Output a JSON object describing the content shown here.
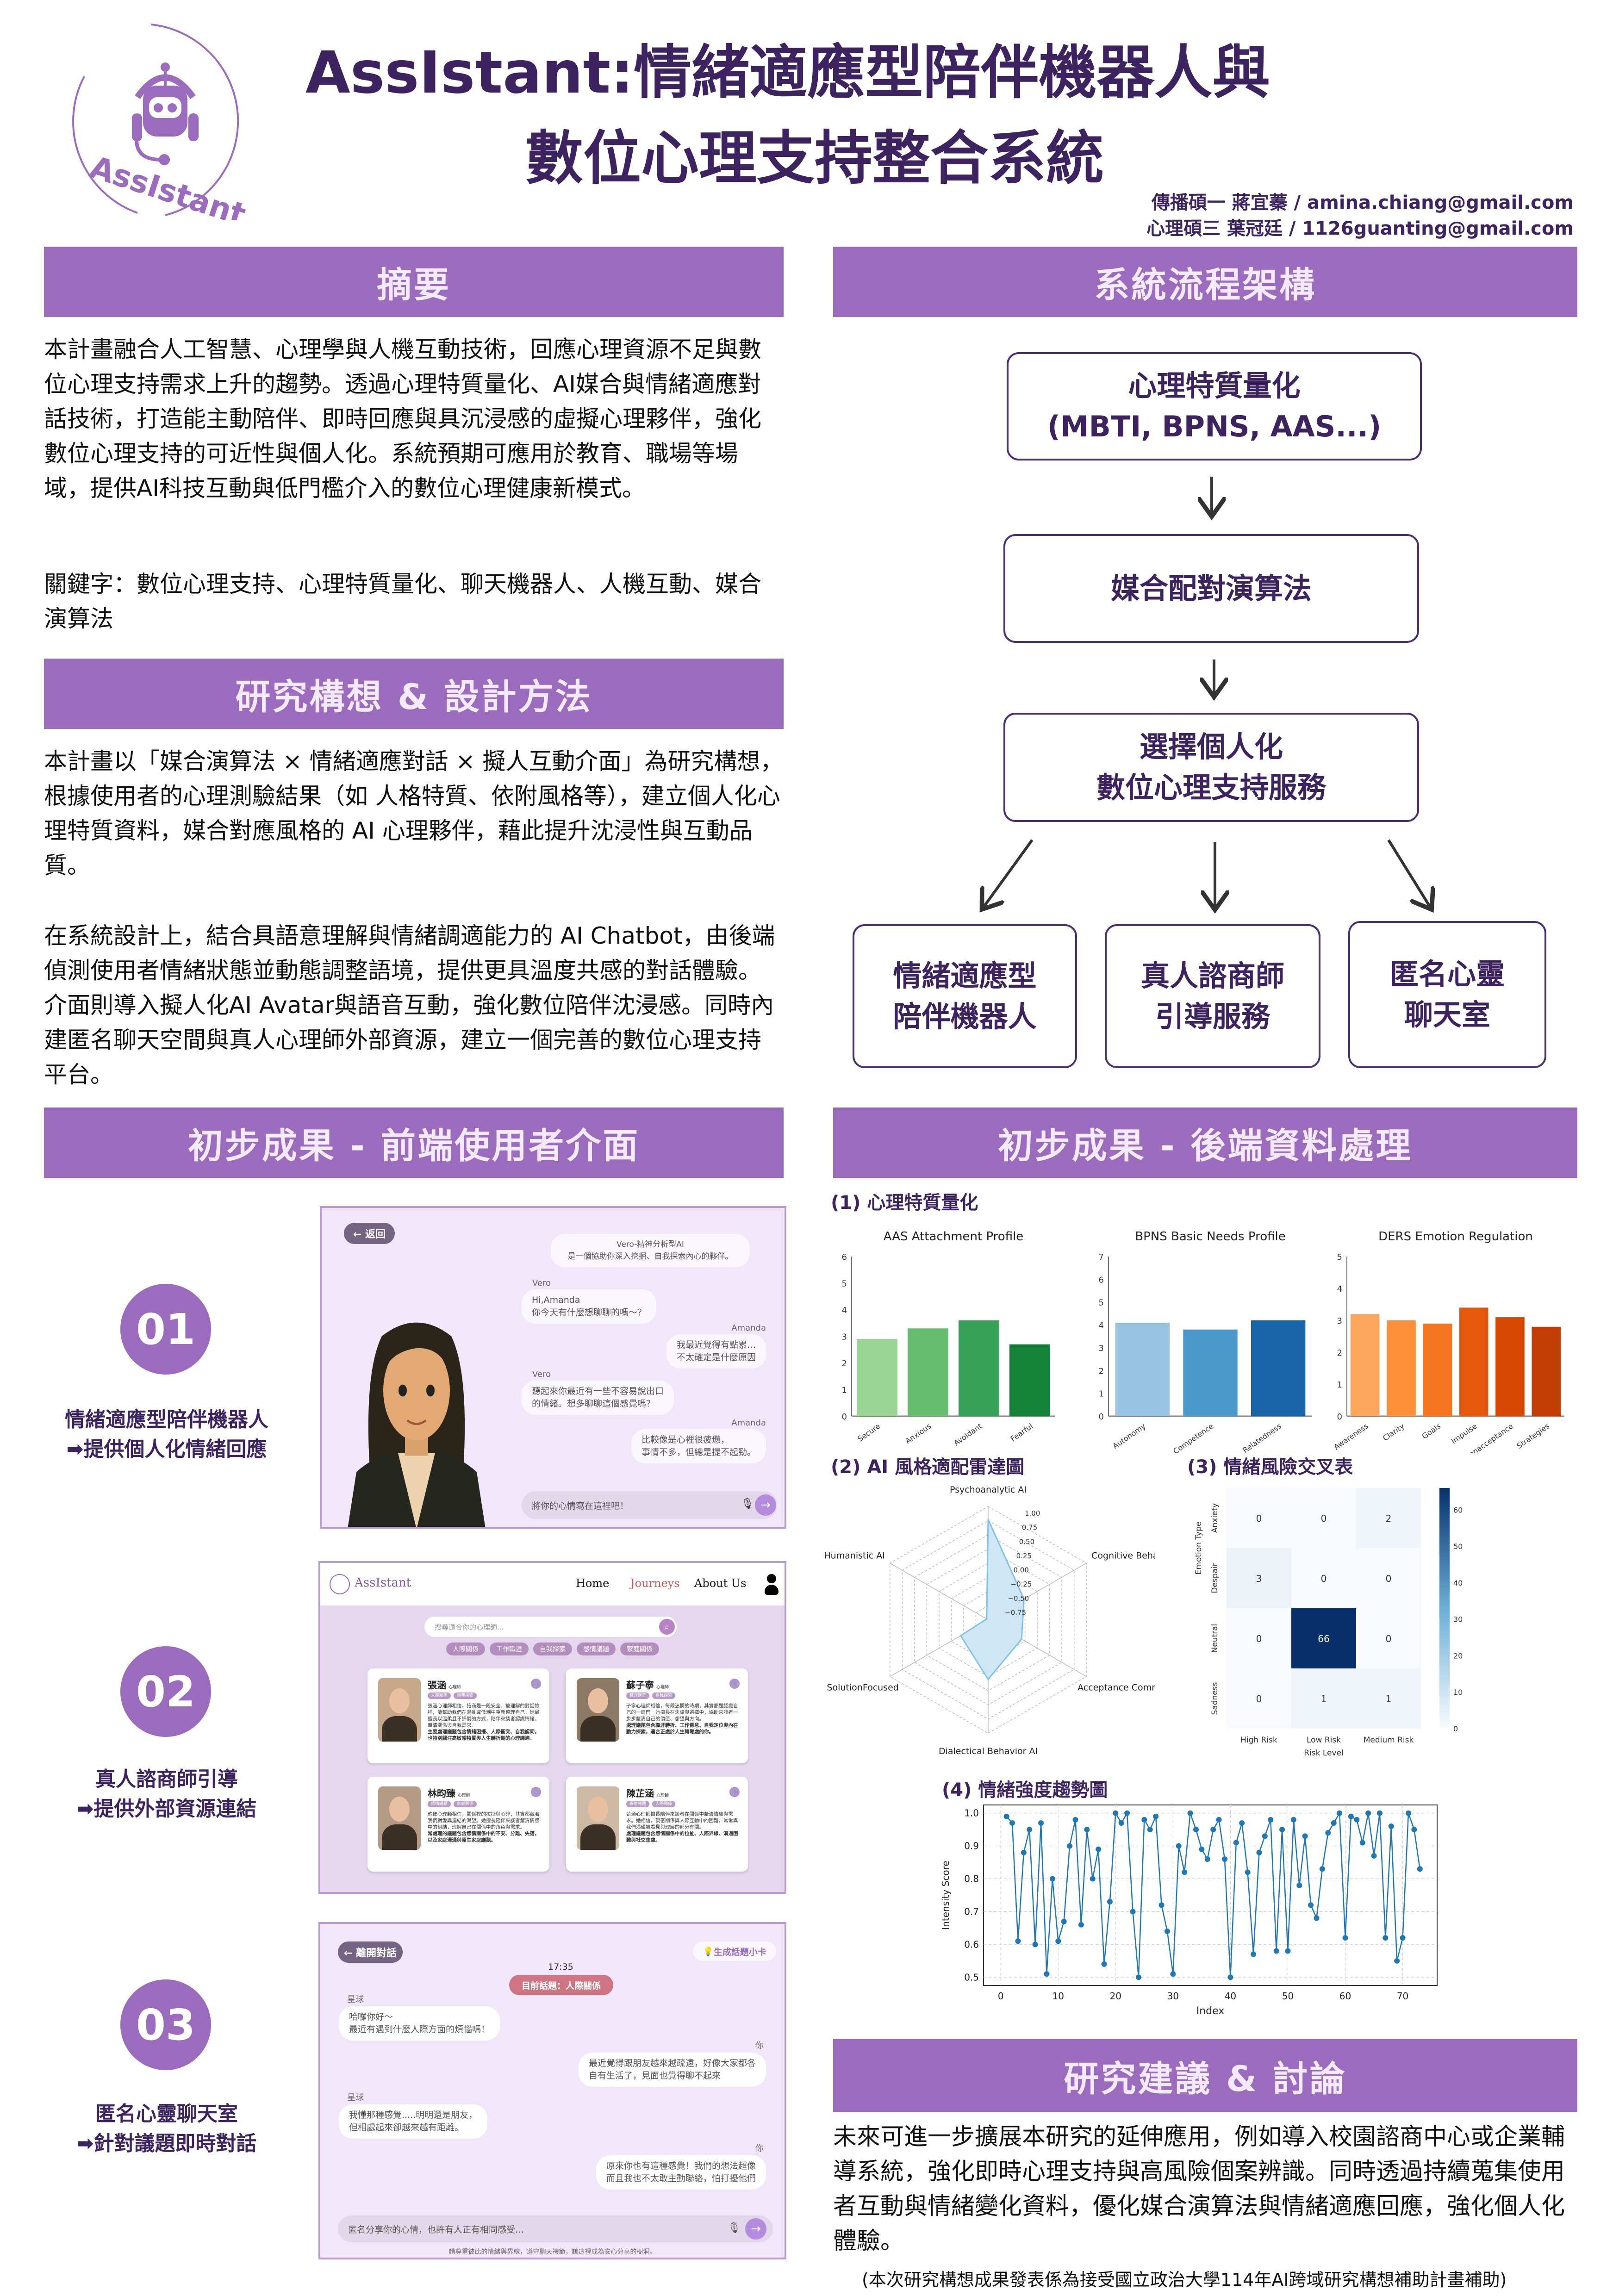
{
  "header": {
    "logo_text": "AssIstant",
    "title_line1": "AssIstant:情緒適應型陪伴機器人與",
    "title_line2": "數位心理支持整合系統",
    "authors": [
      "傳播碩一 蔣宜蓁 / amina.chiang@gmail.com",
      "心理碩三 葉冠廷 / 1126guanting@gmail.com"
    ]
  },
  "abstract": {
    "heading": "摘要",
    "text": "本計畫融合人工智慧、心理學與人機互動技術，回應心理資源不足與數位心理支持需求上升的趨勢。透過心理特質量化、AI媒合與情緒適應對話技術，打造能主動陪伴、即時回應與具沉浸感的虛擬心理夥伴，強化數位心理支持的可近性與個人化。系統預期可應用於教育、職場等場域，提供AI科技互動與低門檻介入的數位心理健康新模式。",
    "keywords": "關鍵字：數位心理支持、心理特質量化、聊天機器人、人機互動、媒合演算法"
  },
  "method": {
    "heading": "研究構想 & 設計方法",
    "para1": "本計畫以「媒合演算法 × 情緒適應對話 × 擬人互動介面」為研究構想，根據使用者的心理測驗結果（如 人格特質、依附風格等），建立個人化心理特質資料，媒合對應風格的 AI 心理夥伴，藉此提升沈浸性與互動品質。",
    "para2": "在系統設計上，結合具語意理解與情緒調適能力的 AI Chatbot，由後端偵測使用者情緒狀態並動態調整語境，提供更具溫度共感的對話體驗。介面則導入擬人化AI Avatar與語音互動，強化數位陪伴沈浸感。同時內建匿名聊天空間與真人心理師外部資源，建立一個完善的數位心理支持平台。"
  },
  "flow": {
    "heading": "系統流程架構",
    "step1": [
      "心理特質量化",
      "(MBTI, BPNS, AAS...)"
    ],
    "step2": "媒合配對演算法",
    "step3": [
      "選擇個人化",
      "數位心理支持服務"
    ],
    "outcomes": [
      [
        "情緒適應型",
        "陪伴機器人"
      ],
      [
        "真人諮商師",
        "引導服務"
      ],
      [
        "匿名心靈",
        "聊天室"
      ]
    ]
  },
  "frontend": {
    "heading": "初步成果 - 前端使用者介面",
    "features": [
      {
        "num": "01",
        "line1": "情緒適應型陪伴機器人",
        "line2": "➡提供個人化情緒回應"
      },
      {
        "num": "02",
        "line1": "真人諮商師引導",
        "line2": "➡提供外部資源連結"
      },
      {
        "num": "03",
        "line1": "匿名心靈聊天室",
        "line2": "➡針對議題即時對話"
      }
    ],
    "chatbot": {
      "back": "← 返回",
      "intro": [
        "Vero-精神分析型AI",
        "是一個協助你深入挖掘、自我探索內心的夥伴。"
      ],
      "messages": [
        {
          "speaker": "Vero",
          "text": [
            "Hi,Amanda",
            "你今天有什麼想聊聊的嗎～？"
          ]
        },
        {
          "speaker": "Amanda",
          "text": [
            "我最近覺得有點累…",
            "不太確定是什麼原因"
          ]
        },
        {
          "speaker": "Vero",
          "text": [
            "聽起來你最近有一些不容易說出口",
            "的情緒。想多聊聊這個感覺嗎？"
          ]
        },
        {
          "speaker": "Amanda",
          "text": [
            "比較像是心裡很疲憊，",
            "事情不多，但總是提不起勁。"
          ]
        }
      ],
      "input_placeholder": "將你的心情寫在這裡吧！"
    },
    "counselor": {
      "brand": "AssIstant",
      "nav": [
        "Home",
        "Journeys",
        "About Us"
      ],
      "search_placeholder": "搜尋適合你的心理師...",
      "chips": [
        "人際關係",
        "工作職涯",
        "自我探索",
        "感情議題",
        "家庭關係"
      ],
      "cards": [
        {
          "name": "張涵",
          "role": "心理師",
          "tags": [
            "人際關係",
            "自我探索"
          ],
          "desc": "張涵心理師相信，諮商是一段安全、被理解的對話旅程，能幫助我們在混亂或低潮中重新整理自己。她最擅長以溫柔且不評價的方式，陪伴來談者認識情緒、釐清關係與自我需求。",
          "focus": "主要處理議題包含情緒困擾、人際衝突、自我認同，也特別關注高敏感特質與人生轉折期的心理調適。"
        },
        {
          "name": "蘇子寧",
          "role": "心理師",
          "tags": [
            "職涯迷茫",
            "自我探索"
          ],
          "desc": "子寧心理師相信，每段迷惘的時期，其實都是認識自己的一扇門。她擅長在焦慮與選擇中，協助來談者一步步釐清自己的價值、想望與方向。",
          "focus": "處理議題包含職涯轉折、工作倦怠、自我定位與內在動力探索，適合正處於人生轉彎處的你。"
        },
        {
          "name": "林昀臻",
          "role": "心理師",
          "tags": [
            "感情議題",
            "家庭關係"
          ],
          "desc": "昀臻心理師相信，關係裡的拉扯與心碎，其實都藏著我們對愛與連結的渴望。她擅長陪伴來談者釐清情感中的糾結，理解自己在關係中的角色與需求。",
          "focus": "常處理的議題包含感情關係中的不安、分離、失落，以及家庭溝通與原生家庭議題。"
        },
        {
          "name": "陳芷涵",
          "role": "心理師",
          "tags": [
            "感情議題",
            "人際關係"
          ],
          "desc": "芷涵心理師擅長陪伴來談者在關係中釐清情緒與需求。她相信，親密關係與人際互動中的困難，常常與我們渴望被看見與理解的部分有關。",
          "focus": "處理議題包含感情關係中的拉扯、人際界線、溝通困難與社交焦慮。"
        }
      ]
    },
    "anon_chat": {
      "leave": "← 離開對話",
      "topic_card": "生成話題小卡",
      "time": "17:35",
      "topic": "目前話題：人際關係",
      "messages": [
        {
          "speaker": "星球",
          "text": [
            "哈囉你好～",
            "最近有遇到什麼人際方面的煩惱嗎！"
          ]
        },
        {
          "speaker": "你",
          "text": [
            "最近覺得跟朋友越來越疏遠，好像大家都各",
            "自有生活了，見面也覺得聊不起來"
          ]
        },
        {
          "speaker": "星球",
          "text": [
            "我懂那種感覺.....明明還是朋友，",
            "但相處起來卻越來越有距離。"
          ]
        },
        {
          "speaker": "你",
          "text": [
            "原來你也有這種感覺！我們的想法超像",
            "而且我也不太敢主動聯絡，怕打擾他們"
          ]
        }
      ],
      "input_placeholder": "匿名分享你的心情，也許有人正有相同感受…",
      "footer_note": "請尊重彼此的情緒與界線，遵守聊天禮節，讓這裡成為安心分享的樹洞。"
    }
  },
  "backend": {
    "heading": "初步成果 - 後端資料處理",
    "sub1": "(1) 心理特質量化",
    "sub2": "(2) AI 風格適配雷達圖",
    "sub3": "(3) 情緒風險交叉表",
    "sub4": "(4) 情緒強度趨勢圖"
  },
  "chart_data": [
    {
      "type": "bar",
      "title": "AAS Attachment Profile",
      "categories": [
        "Secure",
        "Anxious",
        "Avoidant",
        "Fearful"
      ],
      "values": [
        2.9,
        3.3,
        3.6,
        2.7
      ],
      "ylim": [
        0,
        6
      ],
      "yticks": [
        0,
        1,
        2,
        3,
        4,
        5,
        6
      ],
      "colors": [
        "#9ad494",
        "#67bd6f",
        "#39a05a",
        "#168139"
      ]
    },
    {
      "type": "bar",
      "title": "BPNS Basic Needs Profile",
      "categories": [
        "Autonomy",
        "Competence",
        "Relatedness"
      ],
      "values": [
        4.1,
        3.8,
        4.2
      ],
      "ylim": [
        0,
        7
      ],
      "yticks": [
        0,
        1,
        2,
        3,
        4,
        5,
        6,
        7
      ],
      "colors": [
        "#97c3e0",
        "#4b98ca",
        "#1865a9"
      ]
    },
    {
      "type": "bar",
      "title": "DERS Emotion Regulation",
      "categories": [
        "Awareness",
        "Clarity",
        "Goals",
        "Impulse",
        "Nonacceptance",
        "Strategies"
      ],
      "values": [
        3.2,
        3.0,
        2.9,
        3.4,
        3.1,
        2.8
      ],
      "ylim": [
        0,
        5
      ],
      "yticks": [
        0,
        1,
        2,
        3,
        4,
        5
      ],
      "colors": [
        "#fda660",
        "#fd8f3b",
        "#f5741f",
        "#e6590d",
        "#d74803",
        "#c23d03"
      ]
    },
    {
      "type": "radar",
      "axes": [
        "Psychoanalytic AI",
        "Cognitive Behavioral AI",
        "Acceptance Commitment AI",
        "Dialectical Behavior AI",
        "SolutionFocused",
        "Humanistic AI"
      ],
      "values": [
        0.77,
        -0.27,
        -0.32,
        0.05,
        -0.44,
        -0.97
      ],
      "rlim": [
        -1,
        1
      ],
      "rticks": [
        "1.00",
        "0.75",
        "0.50",
        "0.25",
        "0.00",
        "−0.25",
        "−0.50",
        "−0.75"
      ],
      "color": "#7fc3e6"
    },
    {
      "type": "heatmap",
      "rows": [
        "Anxiety",
        "Despair",
        "Neutral",
        "Sadness"
      ],
      "cols": [
        "High Risk",
        "Low Risk",
        "Medium Risk"
      ],
      "values": [
        [
          0,
          0,
          2
        ],
        [
          3,
          0,
          0
        ],
        [
          0,
          66,
          0
        ],
        [
          0,
          1,
          1
        ]
      ],
      "xlabel": "Risk Level",
      "ylabel": "Emotion Type",
      "colorbar_ticks": [
        0,
        10,
        20,
        30,
        40,
        50,
        60
      ],
      "vmax": 66
    },
    {
      "type": "line",
      "xlabel": "Index",
      "ylabel": "Intensity Score",
      "xlim": [
        -3,
        76
      ],
      "ylim": [
        0.475,
        1.025
      ],
      "xticks": [
        0,
        10,
        20,
        30,
        40,
        50,
        60,
        70
      ],
      "yticks": [
        "0.5",
        "0.6",
        "0.7",
        "0.8",
        "0.9",
        "1.0"
      ],
      "grid": true,
      "color": "#1f77b4",
      "x_start": 1,
      "y": [
        0.99,
        0.97,
        0.61,
        0.88,
        0.95,
        0.6,
        0.97,
        0.51,
        0.8,
        0.61,
        0.67,
        0.9,
        0.98,
        0.66,
        0.95,
        0.8,
        0.89,
        0.54,
        0.73,
        1.0,
        0.97,
        1.0,
        0.7,
        0.5,
        0.98,
        0.95,
        0.99,
        0.72,
        0.64,
        0.51,
        0.9,
        0.82,
        1.0,
        0.95,
        0.89,
        0.86,
        0.95,
        0.98,
        0.86,
        0.5,
        0.91,
        0.97,
        0.82,
        0.57,
        0.88,
        0.93,
        0.98,
        0.58,
        0.95,
        0.58,
        0.98,
        0.78,
        0.93,
        0.72,
        0.68,
        0.83,
        0.94,
        0.97,
        1.0,
        0.62,
        0.99,
        0.98,
        0.91,
        1.0,
        0.87,
        1.0,
        0.62,
        0.96,
        0.55,
        0.62,
        1.0,
        0.95,
        0.83
      ]
    }
  ],
  "discussion": {
    "heading": "研究建議 & 討論",
    "text": "未來可進一步擴展本研究的延伸應用，例如導入校園諮商中心或企業輔導系統，強化即時心理支持與高風險個案辨識。同時透過持續蒐集使用者互動與情緒變化資料，優化媒合演算法與情緒適應回應，強化個人化體驗。",
    "footnote": "(本次研究構想成果發表係為接受國立政治大學114年AI跨域研究構想補助計畫補助)"
  }
}
